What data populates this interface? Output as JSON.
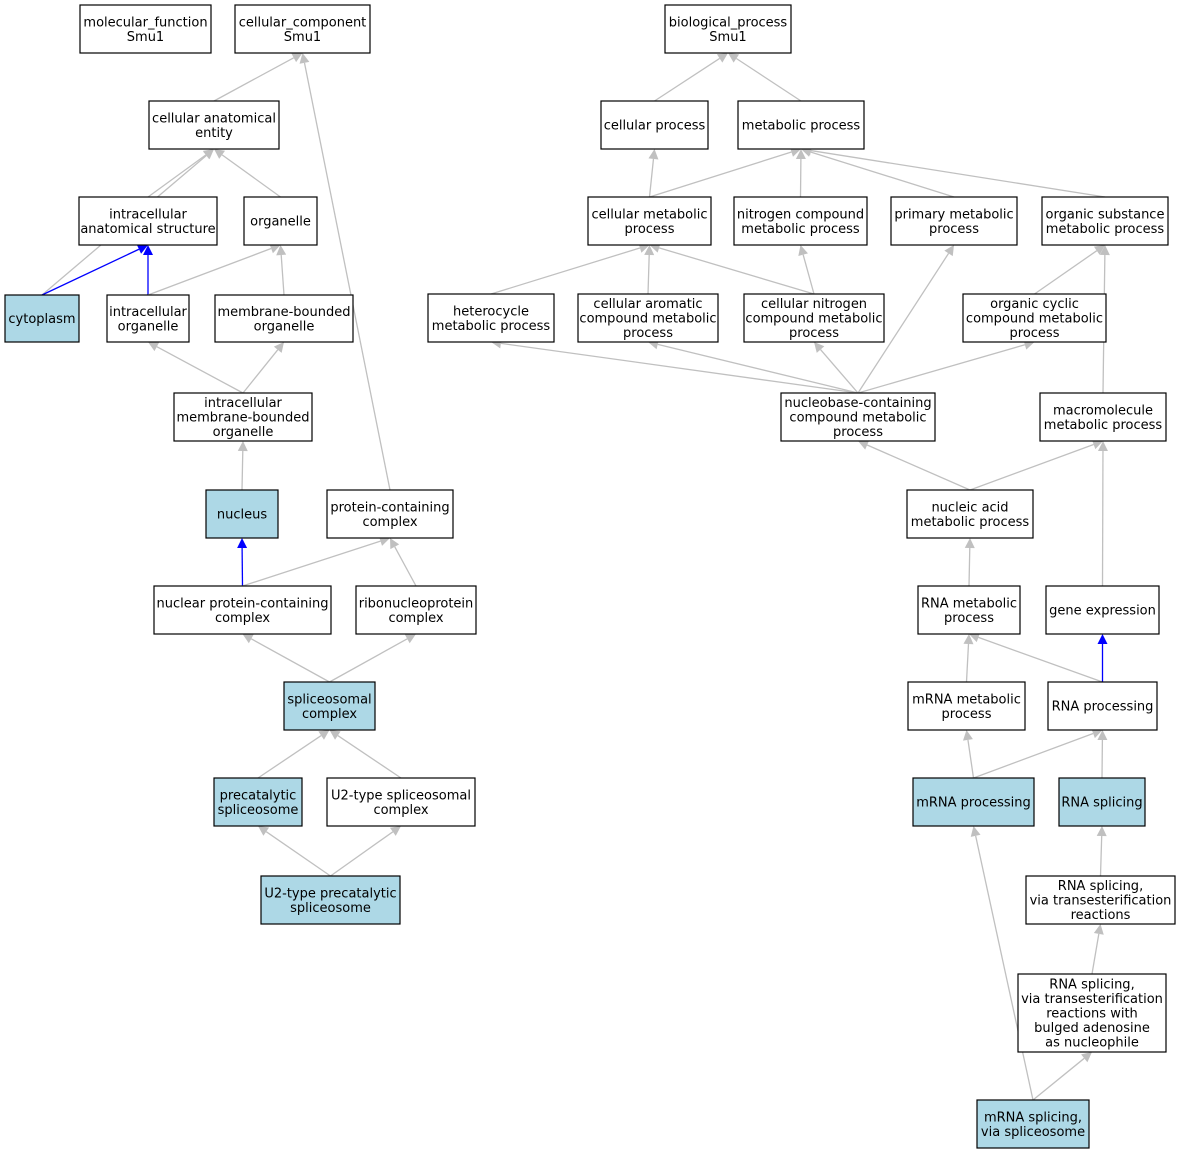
{
  "colors": {
    "highlight_fill": "#add8e6",
    "default_fill": "#ffffff",
    "edge_gray": "#c0c0c0",
    "edge_blue": "#0000ff",
    "border": "#000000"
  },
  "nodes": [
    {
      "id": "mf_root",
      "lines": [
        "molecular_function",
        "Smu1"
      ],
      "highlight": false
    },
    {
      "id": "cc_root",
      "lines": [
        "cellular_component",
        "Smu1"
      ],
      "highlight": false
    },
    {
      "id": "bp_root",
      "lines": [
        "biological_process",
        "Smu1"
      ],
      "highlight": false
    },
    {
      "id": "cae",
      "lines": [
        "cellular anatomical",
        "entity"
      ],
      "highlight": false
    },
    {
      "id": "ias",
      "lines": [
        "intracellular",
        "anatomical structure"
      ],
      "highlight": false
    },
    {
      "id": "organelle",
      "lines": [
        "organelle"
      ],
      "highlight": false
    },
    {
      "id": "cytoplasm",
      "lines": [
        "cytoplasm"
      ],
      "highlight": true
    },
    {
      "id": "io",
      "lines": [
        "intracellular",
        "organelle"
      ],
      "highlight": false
    },
    {
      "id": "mbo",
      "lines": [
        "membrane-bounded",
        "organelle"
      ],
      "highlight": false
    },
    {
      "id": "imbo",
      "lines": [
        "intracellular",
        "membrane-bounded",
        "organelle"
      ],
      "highlight": false
    },
    {
      "id": "nucleus",
      "lines": [
        "nucleus"
      ],
      "highlight": true
    },
    {
      "id": "pcc",
      "lines": [
        "protein-containing",
        "complex"
      ],
      "highlight": false
    },
    {
      "id": "npcc",
      "lines": [
        "nuclear protein-containing",
        "complex"
      ],
      "highlight": false
    },
    {
      "id": "rnpc",
      "lines": [
        "ribonucleoprotein",
        "complex"
      ],
      "highlight": false
    },
    {
      "id": "spliceo",
      "lines": [
        "spliceosomal",
        "complex"
      ],
      "highlight": true
    },
    {
      "id": "precat",
      "lines": [
        "precatalytic",
        "spliceosome"
      ],
      "highlight": true
    },
    {
      "id": "u2sc",
      "lines": [
        "U2-type spliceosomal",
        "complex"
      ],
      "highlight": false
    },
    {
      "id": "u2pre",
      "lines": [
        "U2-type precatalytic",
        "spliceosome"
      ],
      "highlight": true
    },
    {
      "id": "cp",
      "lines": [
        "cellular process"
      ],
      "highlight": false
    },
    {
      "id": "mp",
      "lines": [
        "metabolic process"
      ],
      "highlight": false
    },
    {
      "id": "cmp",
      "lines": [
        "cellular metabolic",
        "process"
      ],
      "highlight": false
    },
    {
      "id": "ncmp",
      "lines": [
        "nitrogen compound",
        "metabolic process"
      ],
      "highlight": false
    },
    {
      "id": "pmp",
      "lines": [
        "primary metabolic",
        "process"
      ],
      "highlight": false
    },
    {
      "id": "osmp",
      "lines": [
        "organic substance",
        "metabolic process"
      ],
      "highlight": false
    },
    {
      "id": "hmp",
      "lines": [
        "heterocycle",
        "metabolic process"
      ],
      "highlight": false
    },
    {
      "id": "cacmp",
      "lines": [
        "cellular aromatic",
        "compound metabolic",
        "process"
      ],
      "highlight": false
    },
    {
      "id": "cncmp",
      "lines": [
        "cellular nitrogen",
        "compound metabolic",
        "process"
      ],
      "highlight": false
    },
    {
      "id": "occmp",
      "lines": [
        "organic cyclic",
        "compound metabolic",
        "process"
      ],
      "highlight": false
    },
    {
      "id": "nbccmp",
      "lines": [
        "nucleobase-containing",
        "compound metabolic",
        "process"
      ],
      "highlight": false
    },
    {
      "id": "mmp",
      "lines": [
        "macromolecule",
        "metabolic process"
      ],
      "highlight": false
    },
    {
      "id": "namp",
      "lines": [
        "nucleic acid",
        "metabolic process"
      ],
      "highlight": false
    },
    {
      "id": "rnamp",
      "lines": [
        "RNA metabolic",
        "process"
      ],
      "highlight": false
    },
    {
      "id": "ge",
      "lines": [
        "gene expression"
      ],
      "highlight": false
    },
    {
      "id": "mrnamp",
      "lines": [
        "mRNA metabolic",
        "process"
      ],
      "highlight": false
    },
    {
      "id": "rnaproc",
      "lines": [
        "RNA processing"
      ],
      "highlight": false
    },
    {
      "id": "mrnaproc",
      "lines": [
        "mRNA processing"
      ],
      "highlight": true
    },
    {
      "id": "rnasplice",
      "lines": [
        "RNA splicing"
      ],
      "highlight": true
    },
    {
      "id": "rsvt",
      "lines": [
        "RNA splicing,",
        "via transesterification",
        "reactions"
      ],
      "highlight": false
    },
    {
      "id": "rsvtb",
      "lines": [
        "RNA splicing,",
        "via transesterification",
        "reactions with",
        "bulged adenosine",
        "as nucleophile"
      ],
      "highlight": false
    },
    {
      "id": "mrnasvs",
      "lines": [
        "mRNA splicing,",
        "via spliceosome"
      ],
      "highlight": true
    }
  ],
  "edges": [
    {
      "from": "cae",
      "to": "cc_root",
      "color": "gray"
    },
    {
      "from": "ias",
      "to": "cae",
      "color": "gray"
    },
    {
      "from": "organelle",
      "to": "cae",
      "color": "gray"
    },
    {
      "from": "cytoplasm",
      "to": "cae",
      "color": "gray"
    },
    {
      "from": "cytoplasm",
      "to": "ias",
      "color": "blue"
    },
    {
      "from": "io",
      "to": "ias",
      "color": "blue"
    },
    {
      "from": "io",
      "to": "organelle",
      "color": "gray"
    },
    {
      "from": "mbo",
      "to": "organelle",
      "color": "gray"
    },
    {
      "from": "imbo",
      "to": "io",
      "color": "gray"
    },
    {
      "from": "imbo",
      "to": "mbo",
      "color": "gray"
    },
    {
      "from": "nucleus",
      "to": "imbo",
      "color": "gray"
    },
    {
      "from": "pcc",
      "to": "cc_root",
      "color": "gray"
    },
    {
      "from": "npcc",
      "to": "nucleus",
      "color": "blue"
    },
    {
      "from": "npcc",
      "to": "pcc",
      "color": "gray"
    },
    {
      "from": "rnpc",
      "to": "pcc",
      "color": "gray"
    },
    {
      "from": "spliceo",
      "to": "npcc",
      "color": "gray"
    },
    {
      "from": "spliceo",
      "to": "rnpc",
      "color": "gray"
    },
    {
      "from": "precat",
      "to": "spliceo",
      "color": "gray"
    },
    {
      "from": "u2sc",
      "to": "spliceo",
      "color": "gray"
    },
    {
      "from": "u2pre",
      "to": "precat",
      "color": "gray"
    },
    {
      "from": "u2pre",
      "to": "u2sc",
      "color": "gray"
    },
    {
      "from": "cp",
      "to": "bp_root",
      "color": "gray"
    },
    {
      "from": "mp",
      "to": "bp_root",
      "color": "gray"
    },
    {
      "from": "cmp",
      "to": "cp",
      "color": "gray"
    },
    {
      "from": "cmp",
      "to": "mp",
      "color": "gray"
    },
    {
      "from": "ncmp",
      "to": "mp",
      "color": "gray"
    },
    {
      "from": "pmp",
      "to": "mp",
      "color": "gray"
    },
    {
      "from": "osmp",
      "to": "mp",
      "color": "gray"
    },
    {
      "from": "hmp",
      "to": "cmp",
      "color": "gray"
    },
    {
      "from": "cacmp",
      "to": "cmp",
      "color": "gray"
    },
    {
      "from": "cncmp",
      "to": "cmp",
      "color": "gray"
    },
    {
      "from": "cncmp",
      "to": "ncmp",
      "color": "gray"
    },
    {
      "from": "occmp",
      "to": "osmp",
      "color": "gray"
    },
    {
      "from": "nbccmp",
      "to": "hmp",
      "color": "gray"
    },
    {
      "from": "nbccmp",
      "to": "cacmp",
      "color": "gray"
    },
    {
      "from": "nbccmp",
      "to": "cncmp",
      "color": "gray"
    },
    {
      "from": "nbccmp",
      "to": "pmp",
      "color": "gray"
    },
    {
      "from": "nbccmp",
      "to": "occmp",
      "color": "gray"
    },
    {
      "from": "mmp",
      "to": "osmp",
      "color": "gray"
    },
    {
      "from": "namp",
      "to": "nbccmp",
      "color": "gray"
    },
    {
      "from": "namp",
      "to": "mmp",
      "color": "gray"
    },
    {
      "from": "rnamp",
      "to": "namp",
      "color": "gray"
    },
    {
      "from": "ge",
      "to": "mmp",
      "color": "gray"
    },
    {
      "from": "mrnamp",
      "to": "rnamp",
      "color": "gray"
    },
    {
      "from": "rnaproc",
      "to": "rnamp",
      "color": "gray"
    },
    {
      "from": "rnaproc",
      "to": "ge",
      "color": "blue"
    },
    {
      "from": "mrnaproc",
      "to": "mrnamp",
      "color": "gray"
    },
    {
      "from": "mrnaproc",
      "to": "rnaproc",
      "color": "gray"
    },
    {
      "from": "rnasplice",
      "to": "rnaproc",
      "color": "gray"
    },
    {
      "from": "rsvt",
      "to": "rnasplice",
      "color": "gray"
    },
    {
      "from": "rsvtb",
      "to": "rsvt",
      "color": "gray"
    },
    {
      "from": "mrnasvs",
      "to": "mrnaproc",
      "color": "gray"
    },
    {
      "from": "mrnasvs",
      "to": "rsvtb",
      "color": "gray"
    }
  ]
}
